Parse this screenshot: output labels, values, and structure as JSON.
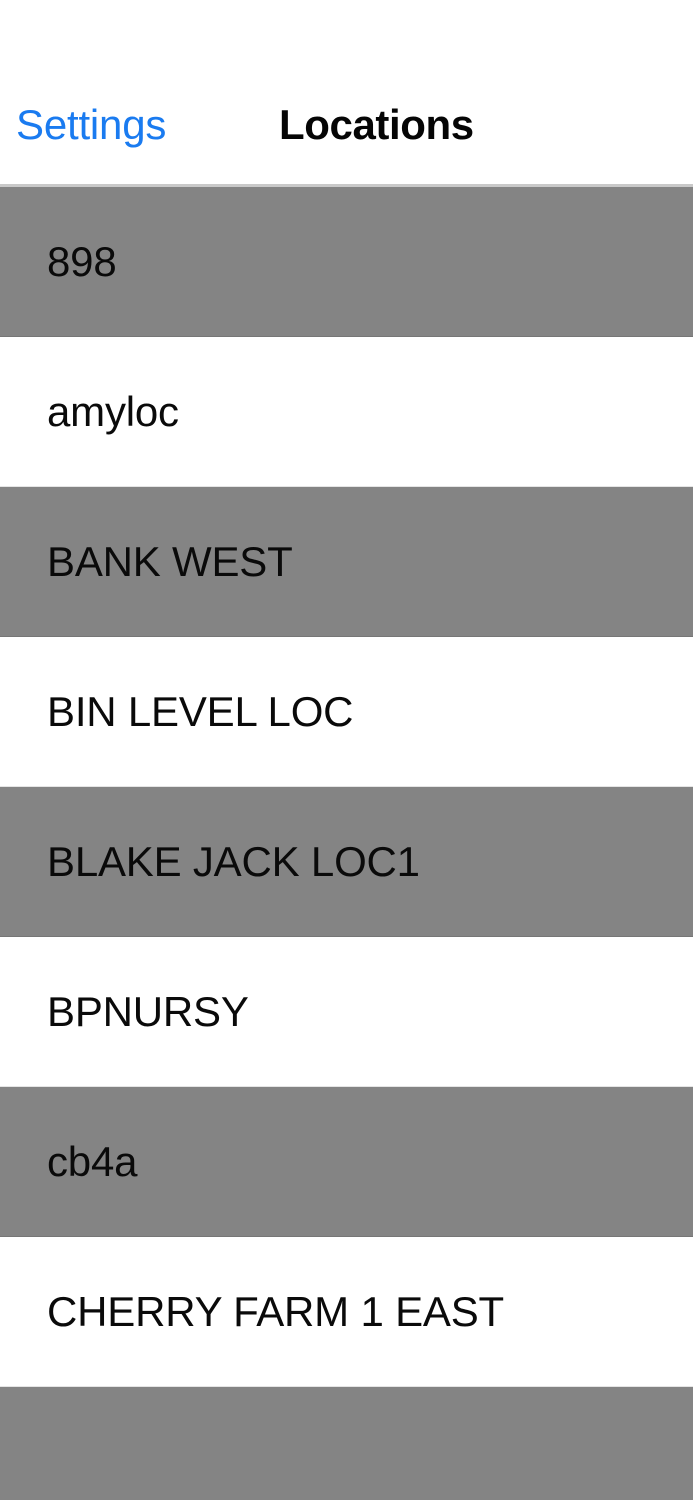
{
  "navbar": {
    "back_label": "Settings",
    "title": "Locations",
    "back_color": "#1a7bf0",
    "title_color": "#050505",
    "background": "#ffffff",
    "separator_color": "#c9c9c9"
  },
  "list": {
    "shaded_row_color": "#848484",
    "plain_row_color": "#ffffff",
    "text_color": "#0a0a0a",
    "rows": [
      {
        "label": "898",
        "shaded": true
      },
      {
        "label": "amyloc",
        "shaded": false
      },
      {
        "label": "BANK WEST",
        "shaded": true
      },
      {
        "label": "BIN LEVEL LOC",
        "shaded": false
      },
      {
        "label": "BLAKE JACK LOC1",
        "shaded": true
      },
      {
        "label": "BPNURSY",
        "shaded": false
      },
      {
        "label": "cb4a",
        "shaded": true
      },
      {
        "label": "CHERRY FARM 1 EAST",
        "shaded": false
      },
      {
        "label": "",
        "shaded": true
      }
    ]
  }
}
